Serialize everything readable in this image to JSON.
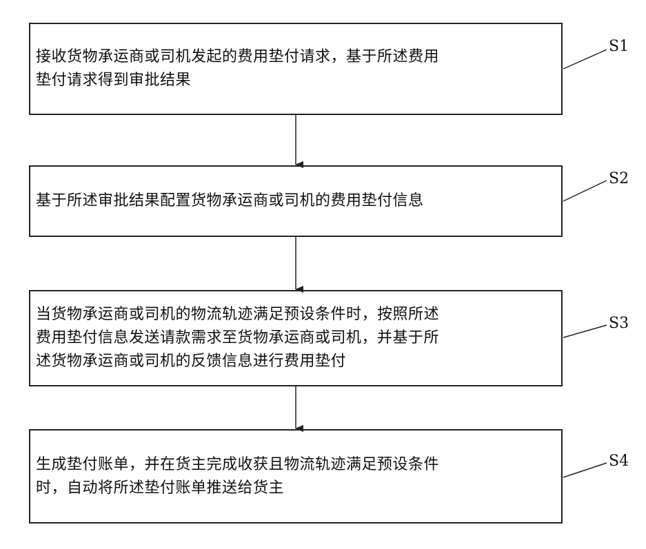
{
  "steps": [
    {
      "label": "S1",
      "lines": [
        "接收货物承运商或司机发起的费用垫付请求，基于所述费用",
        "垫付请求得到审批结果"
      ]
    },
    {
      "label": "S2",
      "lines": [
        "基于所述审批结果配置货物承运商或司机的费用垫付信息"
      ]
    },
    {
      "label": "S3",
      "lines": [
        "当货物承运商或司机的物流轨迹满足预设条件时，按照所述",
        "费用垫付信息发送请款需求至货物承运商或司机，并基于所",
        "述货物承运商或司机的反馈信息进行费用垫付"
      ]
    },
    {
      "label": "S4",
      "lines": [
        "生成垫付账单，并在货主完成收获且物流轨迹满足预设条件",
        "时，自动将所述垫付账单推送给货主"
      ]
    }
  ]
}
